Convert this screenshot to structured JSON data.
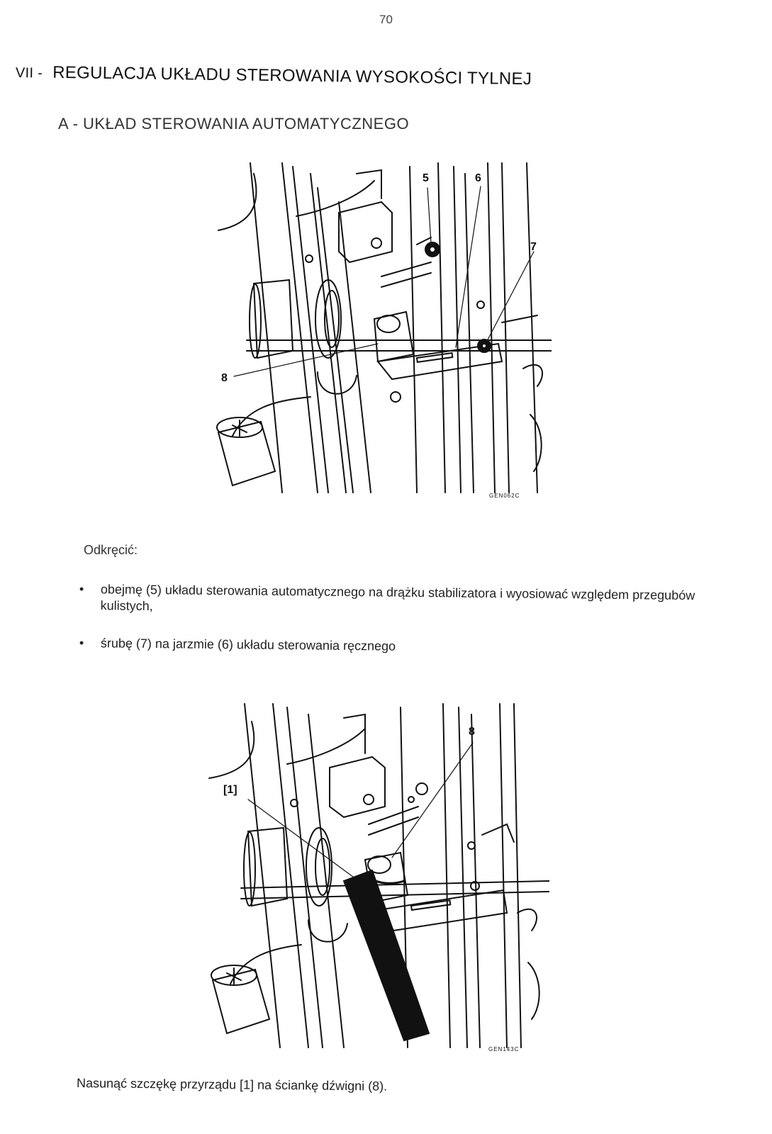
{
  "page": {
    "number": "70",
    "section_roman": "VII -",
    "section_title": "REGULACJA UKŁADU STEROWANIA WYSOKOŚCI TYLNEJ",
    "subsection_title": "A - UKŁAD STEROWANIA AUTOMATYCZNEGO"
  },
  "figure1": {
    "callouts": [
      "5",
      "6",
      "7",
      "8"
    ],
    "code": "GEN062C"
  },
  "instructions": {
    "lead": "Odkręcić:",
    "bullet_glyph": "•",
    "items": [
      "obejmę (5) układu sterowania automatycznego na drążku stabilizatora i wyosiować względem przegubów kulistych,",
      "śrubę (7) na jarzmie (6) układu sterowania ręcznego"
    ]
  },
  "figure2": {
    "callouts": [
      "[1]",
      "8"
    ],
    "code": "GEN143C"
  },
  "final_text": "Nasunąć szczękę przyrządu [1] na ściankę dźwigni (8)."
}
